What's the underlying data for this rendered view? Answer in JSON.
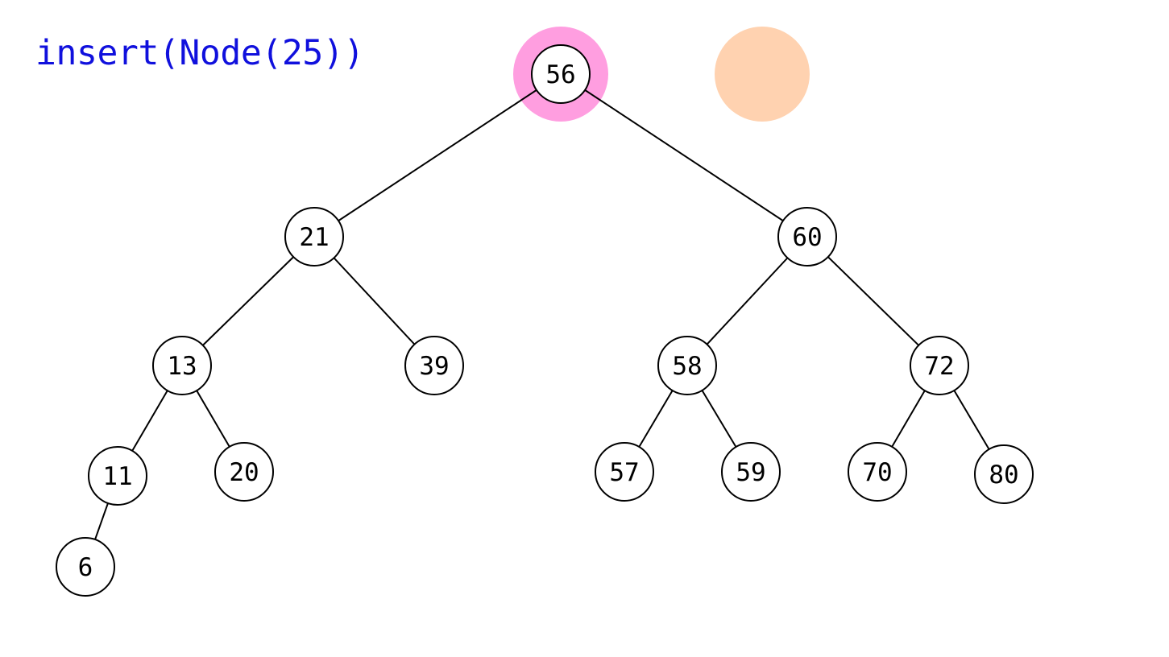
{
  "caption": "insert(Node(25))",
  "colors": {
    "caption": "#1010dd",
    "highlight": "#ff9ee0",
    "pending": "#ffd2b0",
    "node_fill": "#ffffff",
    "stroke": "#000000"
  },
  "highlighted_node": "56",
  "nodes": [
    "56",
    "21",
    "60",
    "13",
    "39",
    "58",
    "72",
    "11",
    "20",
    "57",
    "59",
    "70",
    "80",
    "6"
  ],
  "edges": [
    [
      "56",
      "21"
    ],
    [
      "56",
      "60"
    ],
    [
      "21",
      "13"
    ],
    [
      "21",
      "39"
    ],
    [
      "60",
      "58"
    ],
    [
      "60",
      "72"
    ],
    [
      "13",
      "11"
    ],
    [
      "13",
      "20"
    ],
    [
      "58",
      "57"
    ],
    [
      "58",
      "59"
    ],
    [
      "72",
      "70"
    ],
    [
      "72",
      "80"
    ],
    [
      "11",
      "6"
    ]
  ]
}
